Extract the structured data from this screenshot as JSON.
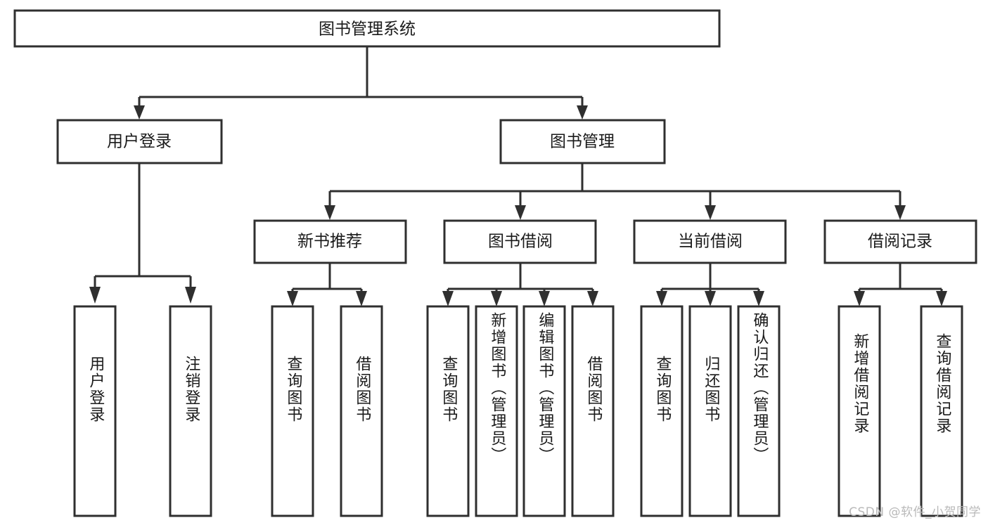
{
  "diagram": {
    "type": "hierarchy-tree",
    "title": "图书管理系统",
    "watermark": "CSDN @软件_小贺同学",
    "colors": {
      "stroke": "#2f2f2f",
      "fill": "#ffffff",
      "text": "#1a1a1a",
      "watermark": "#b9b9b9"
    },
    "root": {
      "label": "图书管理系统"
    },
    "level2": [
      {
        "label": "用户登录"
      },
      {
        "label": "图书管理"
      }
    ],
    "level3": [
      {
        "label": "新书推荐"
      },
      {
        "label": "图书借阅"
      },
      {
        "label": "当前借阅"
      },
      {
        "label": "借阅记录"
      }
    ],
    "leaves": {
      "user_login": [
        {
          "label": "用户登录"
        },
        {
          "label": "注销登录"
        }
      ],
      "new_book_recommend": [
        {
          "label": "查询图书"
        },
        {
          "label": "借阅图书"
        }
      ],
      "book_borrow": [
        {
          "label": "查询图书"
        },
        {
          "label": "新增图书（管理员）"
        },
        {
          "label": "编辑图书（管理员）"
        },
        {
          "label": "借阅图书"
        }
      ],
      "current_borrow": [
        {
          "label": "查询图书"
        },
        {
          "label": "归还图书"
        },
        {
          "label": "确认归还（管理员）"
        }
      ],
      "borrow_record": [
        {
          "label": "新增借阅记录"
        },
        {
          "label": "查询借阅记录"
        }
      ]
    }
  }
}
